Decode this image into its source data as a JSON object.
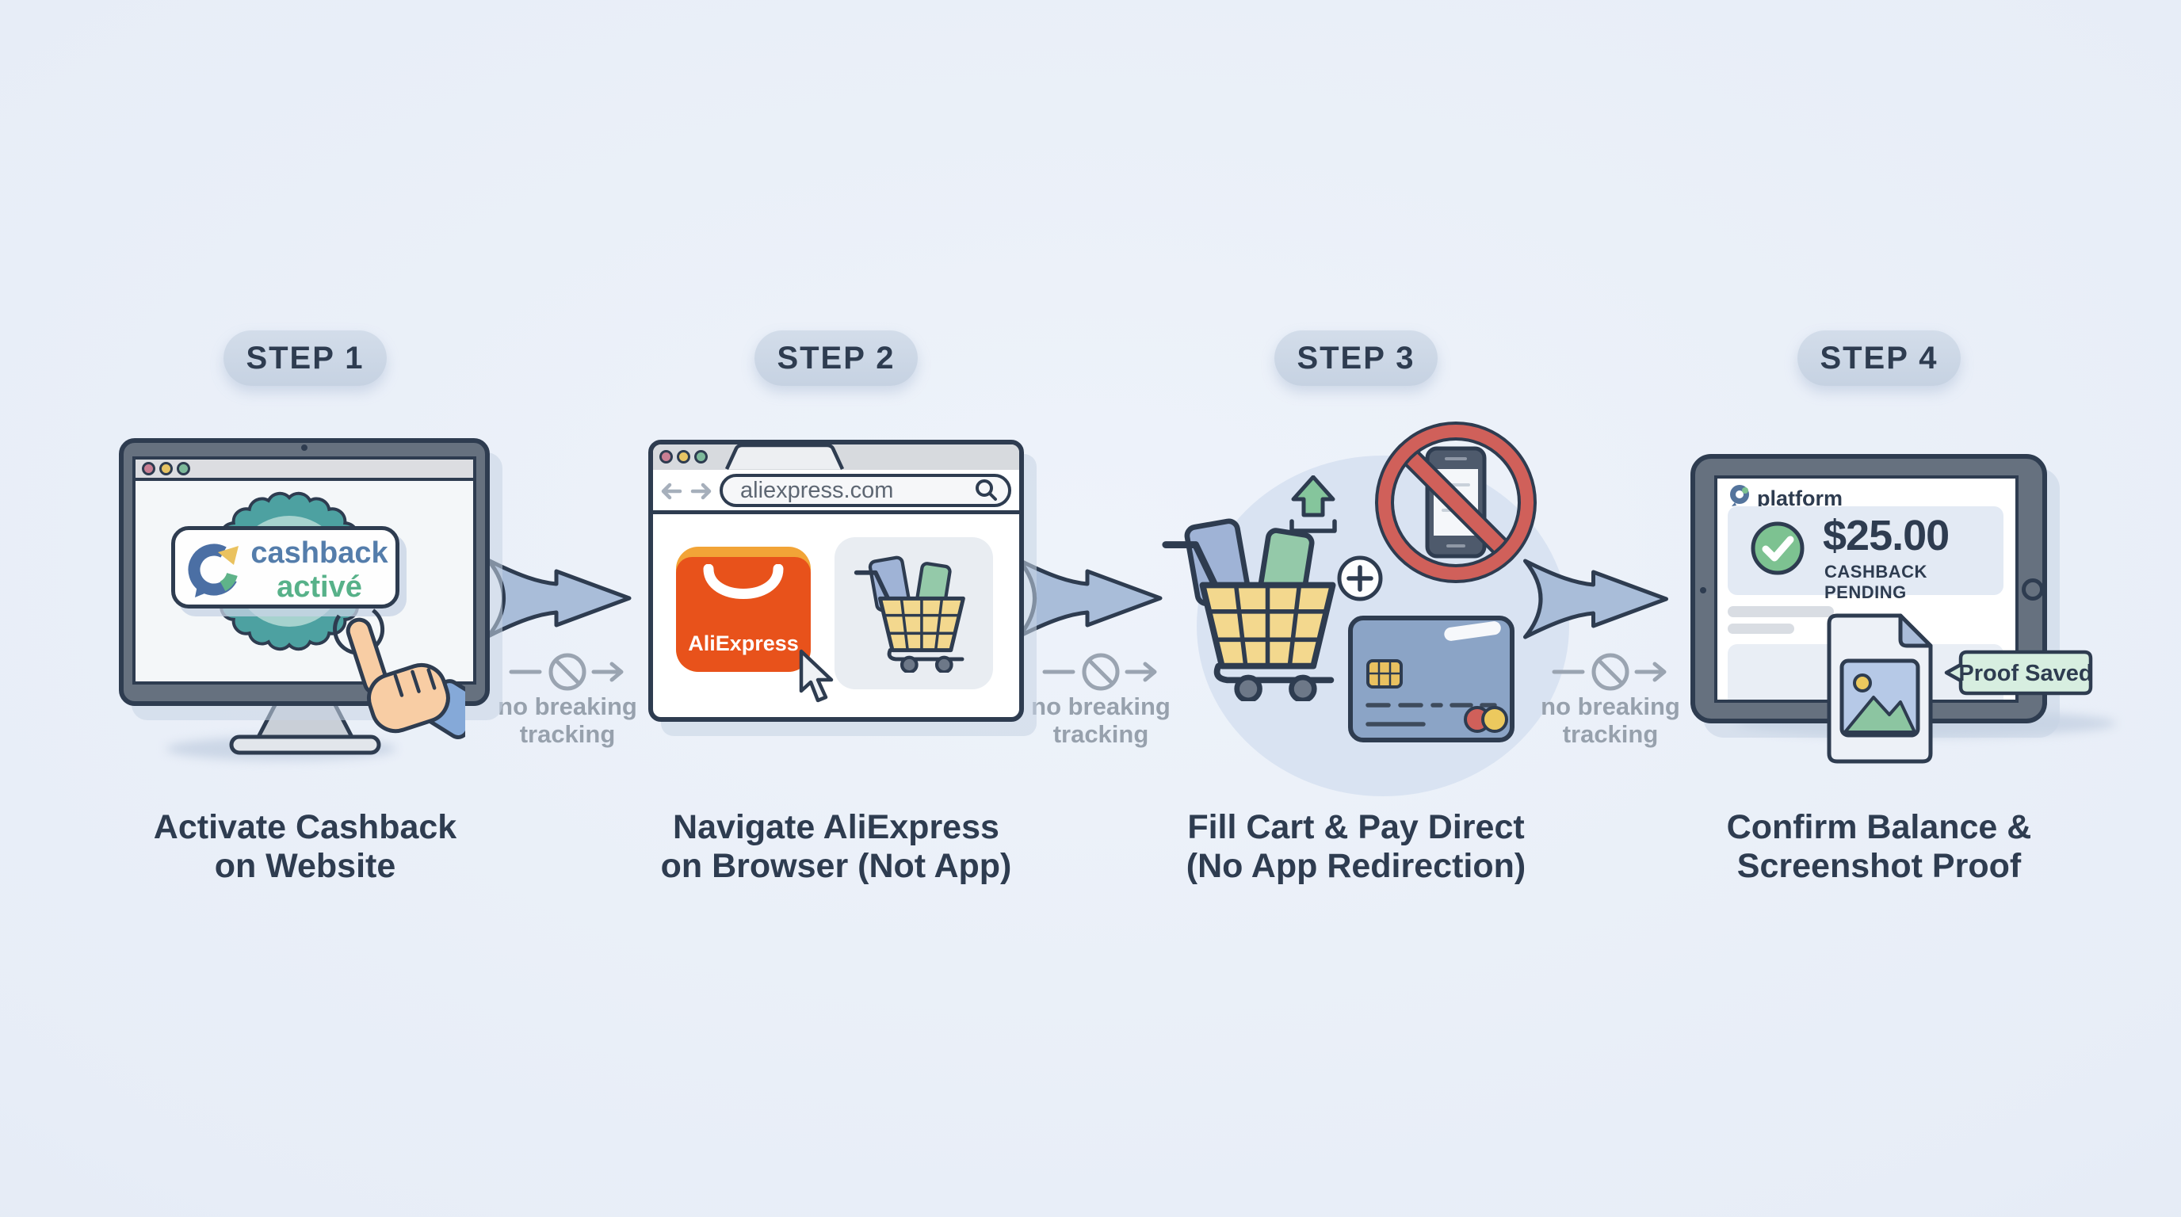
{
  "background": "#e7edf7",
  "palette": {
    "ink": "#2e3c50",
    "pill_bg": "#cbd6e4",
    "note_gray": "#97a1ad",
    "arrow_fill": "#a9bdd9",
    "seal_teal": "#4da1a1",
    "cashback_blue": "#547dab",
    "active_green": "#57b189",
    "aliexpress_orange": "#e8521b",
    "aliexpress_amber": "#f2a437",
    "cart_yellow": "#f3d88e",
    "prohibit_red": "#d0605a",
    "success_green": "#7dc291",
    "card_blue": "#8ba4c6",
    "bubble_green": "#d7eee0"
  },
  "steps": [
    {
      "badge": "STEP 1",
      "caption": [
        "Activate Cashback",
        "on Website"
      ],
      "screen_badge": {
        "line1": "cashback",
        "line2": "activé"
      }
    },
    {
      "badge": "STEP 2",
      "caption": [
        "Navigate AliExpress",
        "on Browser (Not App)"
      ],
      "browser": {
        "url": "aliexpress.com",
        "app_label": "AliExpress"
      }
    },
    {
      "badge": "STEP 3",
      "caption": [
        "Fill Cart & Pay Direct",
        "(No App Redirection)"
      ]
    },
    {
      "badge": "STEP 4",
      "caption": [
        "Confirm Balance &",
        "Screenshot Proof"
      ],
      "tablet": {
        "brand": "platform",
        "amount": "$25.00",
        "status": "CASHBACK PENDING",
        "proof_tag": "Proof Saved"
      }
    }
  ],
  "connector_note": {
    "line1": "no breaking",
    "line2": "tracking"
  }
}
